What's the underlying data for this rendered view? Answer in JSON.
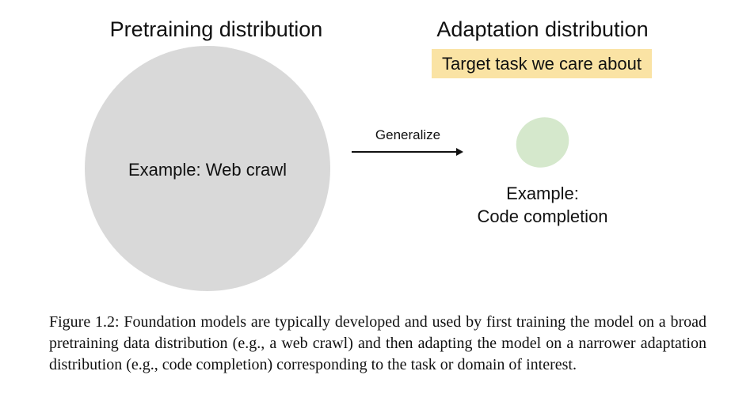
{
  "pretraining": {
    "title": "Pretraining distribution",
    "example": "Example: Web crawl",
    "circle_color": "#d9d9d9"
  },
  "adaptation": {
    "title": "Adaptation distribution",
    "target_label": "Target task we care about",
    "target_color": "#fae3a4",
    "example_line1": "Example:",
    "example_line2": "Code completion",
    "blob_color": "#d5e8cc"
  },
  "arrow": {
    "label": "Generalize",
    "icon": "right-arrow-icon"
  },
  "caption": "Figure 1.2: Foundation models are typically developed and used by first training the model on a broad pretraining data distribution (e.g., a web crawl) and then adapting the model on a narrower adaptation distribution (e.g., code completion) corresponding to the task or domain of interest."
}
